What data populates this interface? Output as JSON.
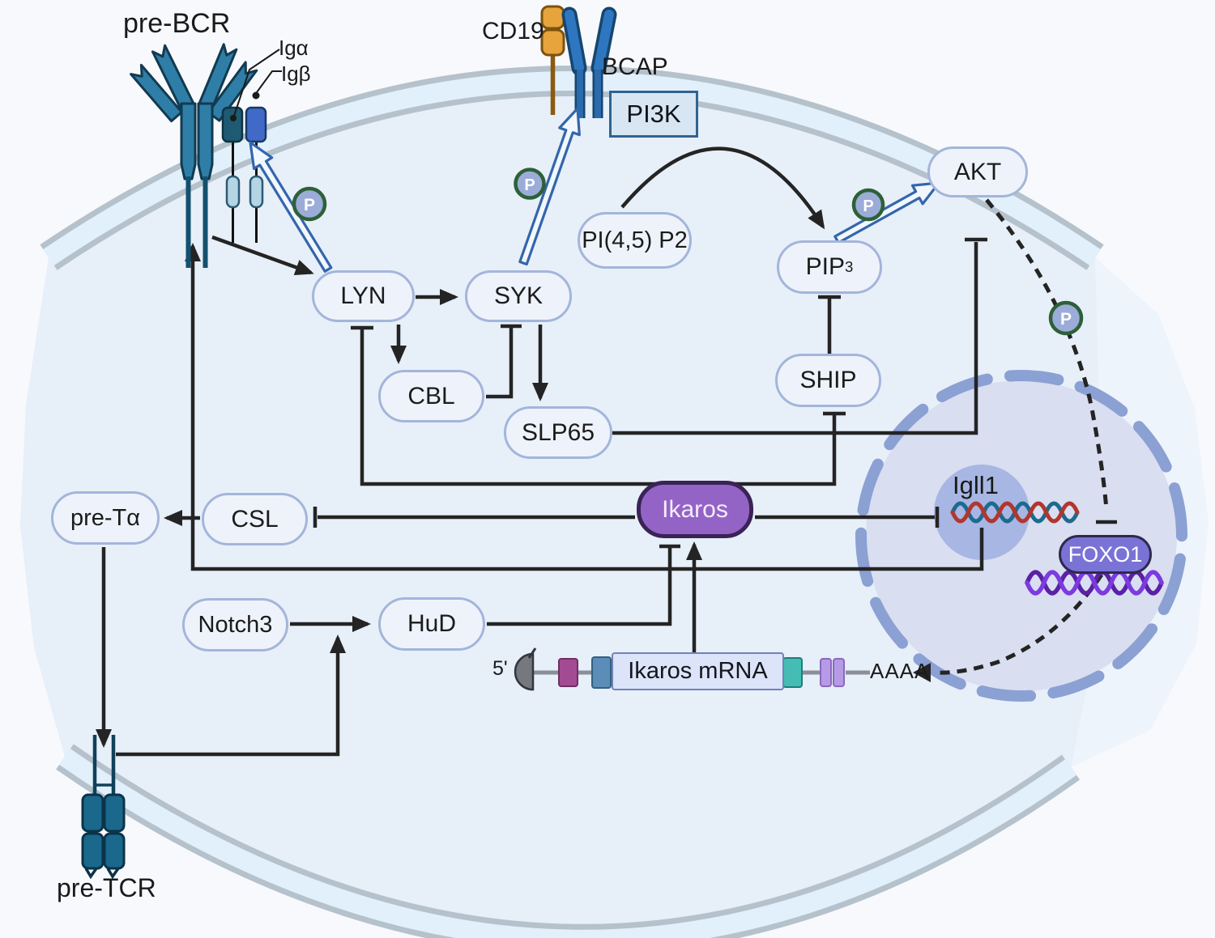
{
  "figure": {
    "type": "cell-signaling-pathway-diagram",
    "topic": "pre-BCR / pre-TCR signaling and Ikaros regulation"
  },
  "colors": {
    "background": "#f7f9fd",
    "cell_fill": "#e7eff9",
    "membrane_edge": "#b5c1cb",
    "membrane_core": "#e2f0fb",
    "node_fill": "#eef3fb",
    "node_border": "#a3b5da",
    "ikaros_fill": "#9463c6",
    "ikaros_border": "#3a2355",
    "foxo1_fill": "#7a73d6",
    "nucleus_fill": "#d9def0",
    "nucleolus_fill": "#a8b6e3",
    "nuclear_envelope": "#8ba0d3",
    "phospho_fill": "#9bacd9",
    "phospho_border": "#2d6038",
    "black_line": "#242424",
    "phospho_arrow_blue": "#3366ab",
    "dna_red": "#b2362e",
    "dna_teal": "#1e6a8e",
    "dna_purple_dark": "#5a21a5",
    "dna_purple_light": "#7b3bdf",
    "cd19_orange": "#e7a33c",
    "antibody_teal": "#2f7ea8",
    "bcap_blue": "#2e77c0",
    "pretcr_teal": "#1a688c"
  },
  "nodes": {
    "lyn": {
      "label": "LYN"
    },
    "syk": {
      "label": "SYK"
    },
    "cbl": {
      "label": "CBL"
    },
    "slp65": {
      "label": "SLP65"
    },
    "pi3k": {
      "label": "PI3K"
    },
    "pi45p2": {
      "label": "PI(4,5) P2"
    },
    "pip3": {
      "label": "PIP",
      "sub": "3"
    },
    "ship": {
      "label": "SHIP"
    },
    "akt": {
      "label": "AKT"
    },
    "csl": {
      "label": "CSL"
    },
    "pre_ta": {
      "label": "pre-Tα"
    },
    "notch3": {
      "label": "Notch3"
    },
    "hud": {
      "label": "HuD"
    },
    "ikaros": {
      "label": "Ikaros"
    },
    "foxo1": {
      "label": "FOXO1"
    },
    "ikaros_mrna": {
      "label": "Ikaros mRNA"
    }
  },
  "receptors": {
    "pre_bcr": {
      "label": "pre-BCR"
    },
    "ig_alpha": {
      "label": "Igα"
    },
    "ig_beta": {
      "label": "Igβ"
    },
    "cd19": {
      "label": "CD19"
    },
    "bcap": {
      "label": "BCAP"
    },
    "pre_tcr": {
      "label": "pre-TCR"
    }
  },
  "nucleus": {
    "gene_label": "Igll1"
  },
  "mrna": {
    "five_prime_label": "5'",
    "poly_a_label": "AAAA"
  },
  "phospho": {
    "label": "P"
  },
  "edges": [
    {
      "from": "pre-BCR",
      "to": "LYN",
      "type": "activates"
    },
    {
      "from": "LYN",
      "to": "pre-BCR (Igβ)",
      "type": "phosphorylates"
    },
    {
      "from": "LYN",
      "to": "SYK",
      "type": "activates"
    },
    {
      "from": "LYN",
      "to": "CBL",
      "type": "activates"
    },
    {
      "from": "CBL",
      "to": "SYK",
      "type": "inhibits"
    },
    {
      "from": "SYK",
      "to": "SLP65",
      "type": "activates"
    },
    {
      "from": "SYK",
      "to": "CD19/BCAP",
      "type": "phosphorylates"
    },
    {
      "from": "PI(4,5) P2",
      "to": "PIP3",
      "type": "converted-to (via PI3K)"
    },
    {
      "from": "SHIP",
      "to": "PIP3",
      "type": "inhibits"
    },
    {
      "from": "PIP3",
      "to": "AKT",
      "type": "phosphorylates"
    },
    {
      "from": "SLP65",
      "to": "AKT",
      "type": "inhibits"
    },
    {
      "between": [
        "LYN",
        "SHIP"
      ],
      "type": "inhibition-link"
    },
    {
      "from": "AKT",
      "to": "FOXO1",
      "type": "phosphorylates-inhibits (dashed)"
    },
    {
      "from": "FOXO1",
      "to": "Ikaros mRNA poly-A",
      "type": "induces (dashed)"
    },
    {
      "from": "Ikaros",
      "to": "Igll1",
      "type": "represses"
    },
    {
      "from": "Ikaros",
      "to": "CSL",
      "type": "represses"
    },
    {
      "from": "Igll1",
      "to": "pre-BCR",
      "type": "encodes/activates"
    },
    {
      "from": "CSL",
      "to": "pre-Tα",
      "type": "activates"
    },
    {
      "from": "pre-Tα",
      "to": "pre-TCR",
      "type": "forms"
    },
    {
      "from": "pre-TCR",
      "to": "HuD",
      "type": "activates"
    },
    {
      "from": "Notch3",
      "to": "HuD",
      "type": "activates"
    },
    {
      "from": "HuD",
      "to": "Ikaros",
      "type": "inhibits"
    },
    {
      "from": "Ikaros mRNA",
      "to": "Ikaros",
      "type": "translated-to"
    }
  ]
}
